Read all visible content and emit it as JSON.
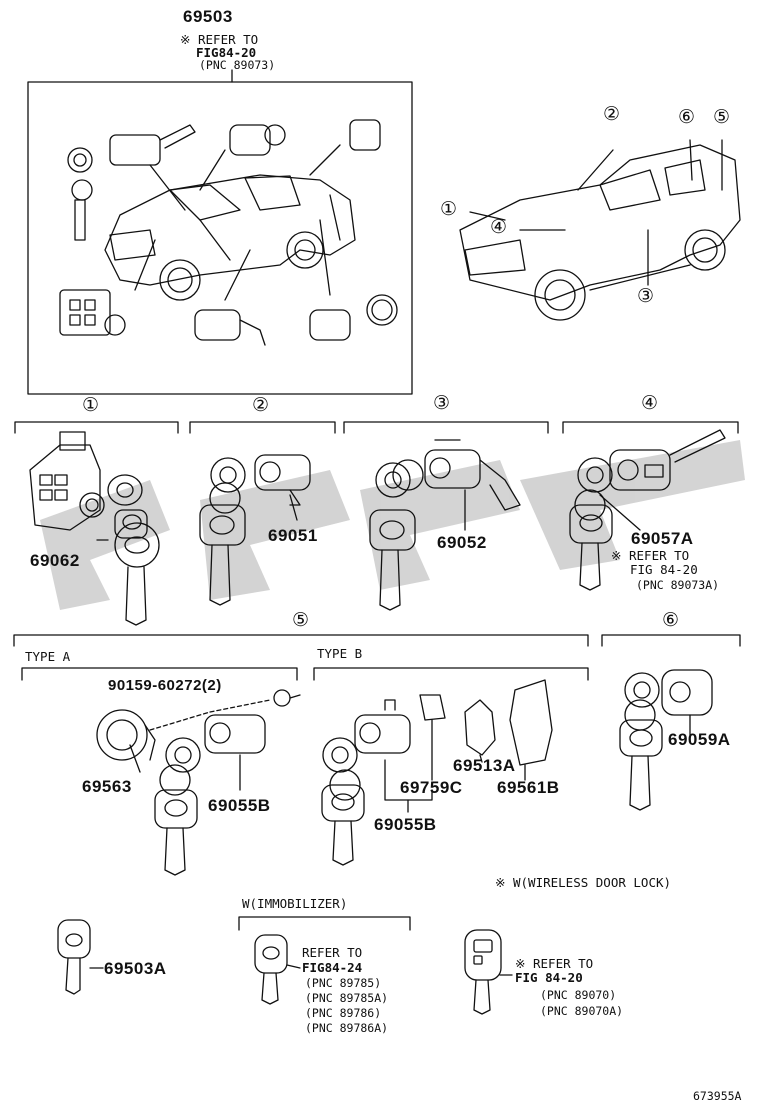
{
  "top": {
    "part": "69503",
    "ref_line": "※ REFER TO",
    "fig": "FIG84-20",
    "pnc": "(PNC 89073)"
  },
  "callouts": {
    "c1": "①",
    "c2": "②",
    "c3": "③",
    "c4": "④",
    "c5": "⑤",
    "c6": "⑥",
    "car_1": "①",
    "car_2": "②",
    "car_3": "③",
    "car_4": "④",
    "car_5": "⑤",
    "car_6": "⑥"
  },
  "parts": {
    "p69062": "69062",
    "p69051": "69051",
    "p69052": "69052",
    "p69057A": "69057A",
    "p69059A": "69059A",
    "p90159": "90159-60272(2)",
    "p69563": "69563",
    "p69055B_a": "69055B",
    "p69513A": "69513A",
    "p69759C": "69759C",
    "p69561B": "69561B",
    "p69055B_b": "69055B",
    "p69503A": "69503A"
  },
  "ref_57a": {
    "line1": "※ REFER TO",
    "line2": "FIG 84-20",
    "line3": "(PNC 89073A)"
  },
  "type_a": "TYPE A",
  "type_b": "TYPE B",
  "wireless_note": "※  W(WIRELESS DOOR LOCK)",
  "immobilizer": {
    "title": "W(IMMOBILIZER)",
    "line1": "REFER TO",
    "line2": "FIG84-24",
    "pnc1": "(PNC 89785)",
    "pnc2": "(PNC 89785A)",
    "pnc3": "(PNC 89786)",
    "pnc4": "(PNC 89786A)"
  },
  "remote": {
    "line1": "※ REFER TO",
    "line2": "FIG 84-20",
    "pnc1": "(PNC 89070)",
    "pnc2": "(PNC 89070A)"
  },
  "drawing_no": "673955A",
  "watermark_color": "#cfcfcf"
}
